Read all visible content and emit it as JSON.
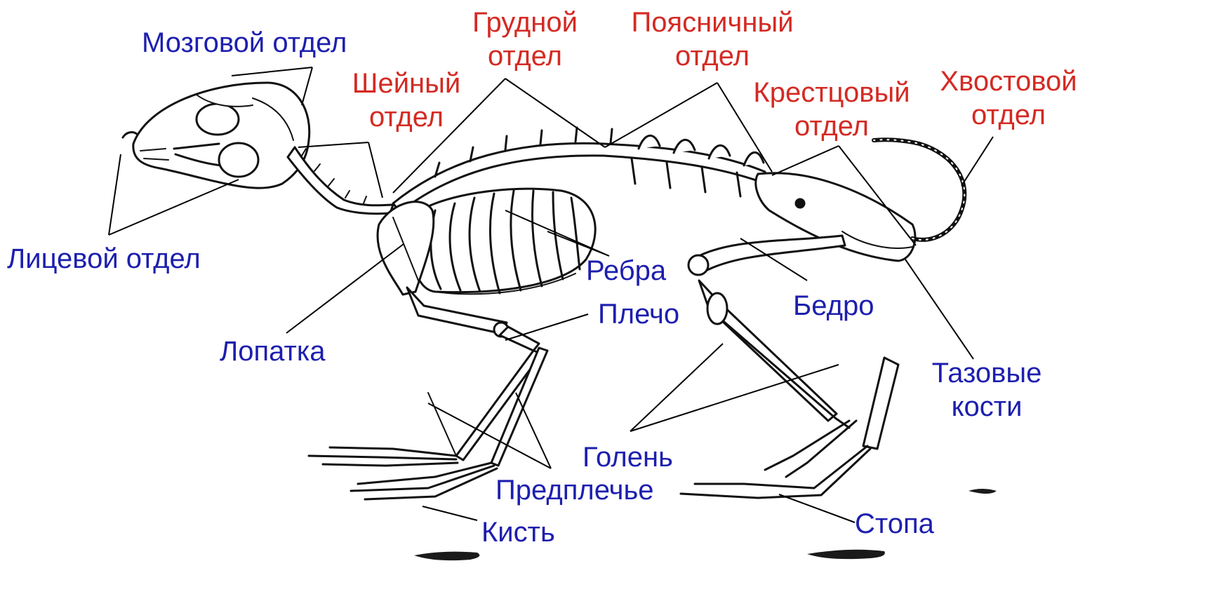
{
  "colors": {
    "spine_label": "#d42a23",
    "part_label": "#1d1fae",
    "leader_line": "#000000",
    "bone_fill": "#ffffff",
    "bone_outline": "#111111",
    "ground_shadow": "#1a1a1a"
  },
  "labels": {
    "cranial": "Мозговой отдел",
    "facial": "Лицевой отдел",
    "cervical_1": "Шейный",
    "cervical_2": "отдел",
    "thoracic_1": "Грудной",
    "thoracic_2": "отдел",
    "lumbar_1": "Поясничный",
    "lumbar_2": "отдел",
    "sacral_1": "Крестцовый",
    "sacral_2": "отдел",
    "caudal_1": "Хвостовой",
    "caudal_2": "отдел",
    "ribs": "Ребра",
    "shoulder": "Плечо",
    "scapula": "Лопатка",
    "thigh": "Бедро",
    "pelvic_1": "Тазовые",
    "pelvic_2": "кости",
    "shin": "Голень",
    "forearm": "Предплечье",
    "hand": "Кисть",
    "foot": "Стопа"
  }
}
